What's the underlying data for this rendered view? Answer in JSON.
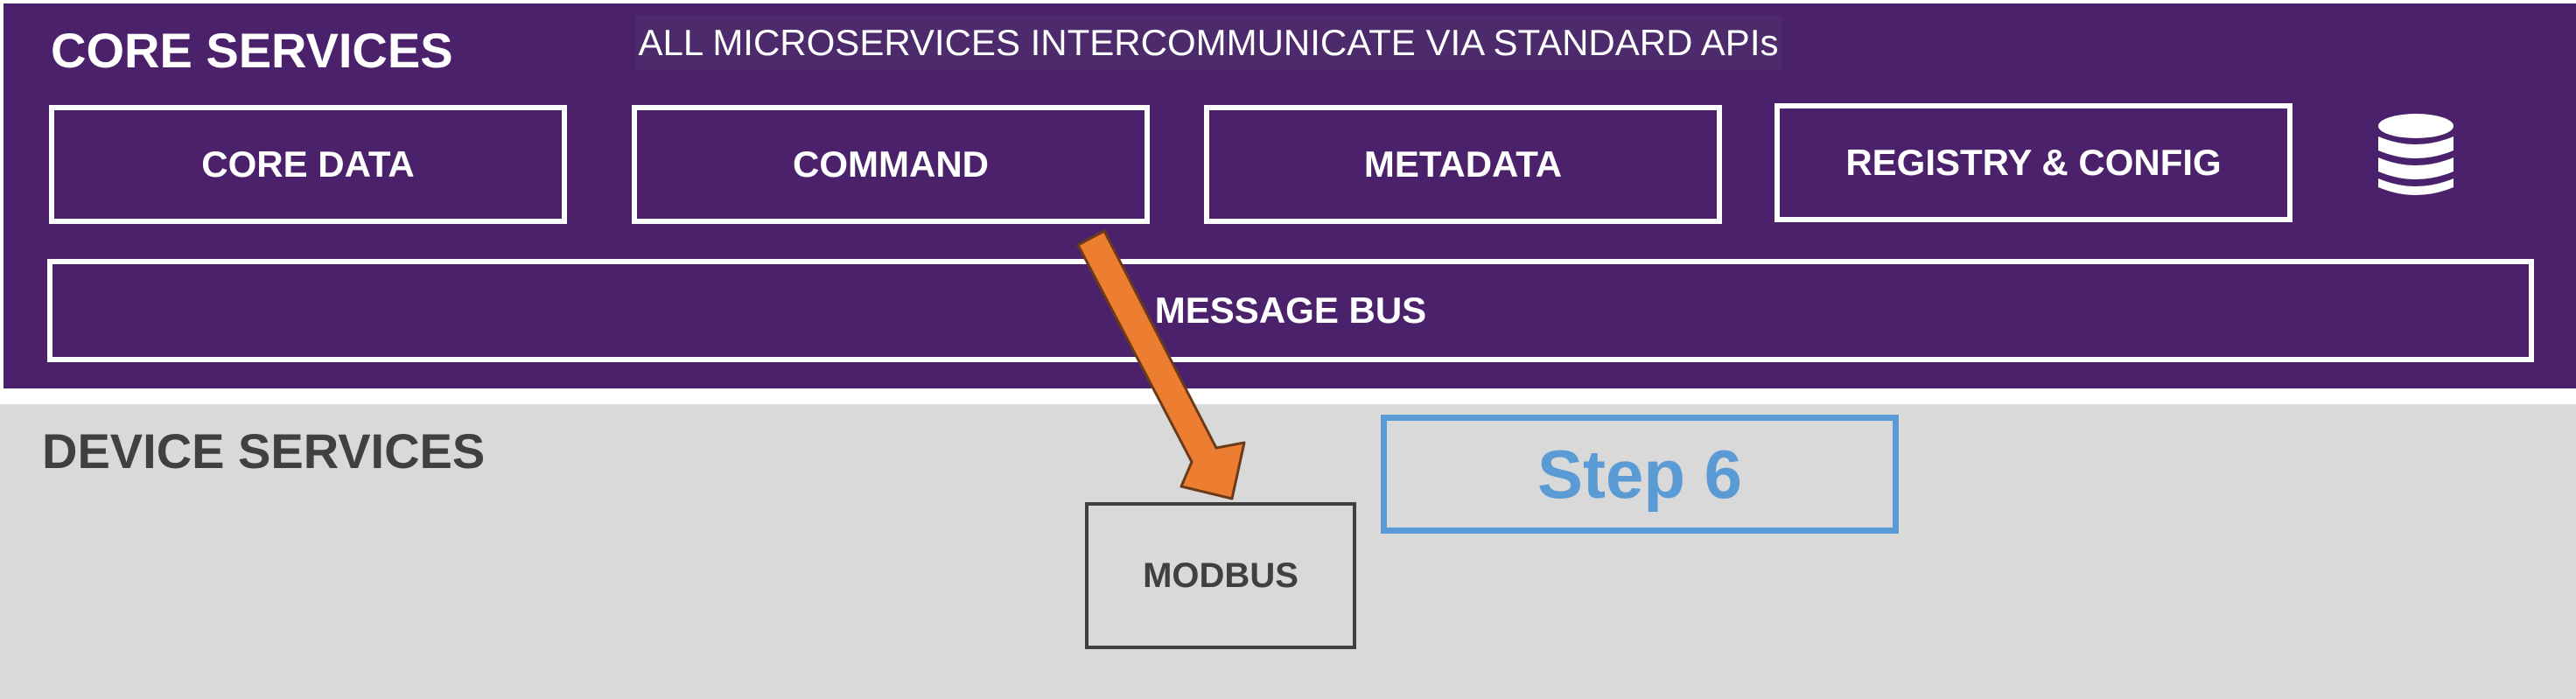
{
  "core_services": {
    "title": "CORE SERVICES",
    "api_note": "ALL MICROSERVICES INTERCOMMUNICATE VIA STANDARD APIs",
    "services": {
      "core_data": "CORE DATA",
      "command": "COMMAND",
      "metadata": "METADATA",
      "registry_config": "REGISTRY & CONFIG"
    },
    "message_bus": "MESSAGE BUS",
    "database_icon": "database-icon"
  },
  "device_services": {
    "title": "DEVICE SERVICES",
    "modbus": "MODBUS"
  },
  "step_label": "Step 6",
  "colors": {
    "core_background": "#4b216b",
    "device_background": "#d9d9d9",
    "arrow": "#ed7d31",
    "step_accent": "#5b9bd5",
    "text_dark": "#404040"
  }
}
